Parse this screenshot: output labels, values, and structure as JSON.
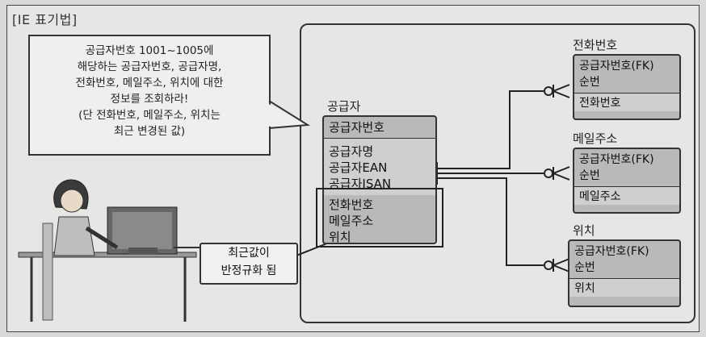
{
  "header": {
    "title": "[IE 표기법]"
  },
  "bubble": {
    "lines": [
      "공급자번호 1001~1005에",
      "해당하는 공급자번호, 공급자명,",
      "전화번호, 메일주소, 위치에 대한",
      "정보를 조회하라!",
      "(단 전화번호, 메일주소, 위치는",
      "최근 변경된 값)"
    ]
  },
  "note": {
    "lines": [
      "최근값이",
      "반정규화 됨"
    ]
  },
  "supplier": {
    "title": "공급자",
    "key": "공급자번호",
    "attrs": [
      "공급자명",
      "공급자EAN",
      "공급자ISAN"
    ],
    "denorm": [
      "전화번호",
      "메일주소",
      "위치"
    ]
  },
  "entities": [
    {
      "title": "전화번호",
      "keys": [
        "공급자번호(FK)",
        "순번"
      ],
      "attr": "전화번호"
    },
    {
      "title": "메일주소",
      "keys": [
        "공급자번호(FK)",
        "순번"
      ],
      "attr": "메일주소"
    },
    {
      "title": "위치",
      "keys": [
        "공급자번호(FK)",
        "순번"
      ],
      "attr": "위치"
    }
  ]
}
